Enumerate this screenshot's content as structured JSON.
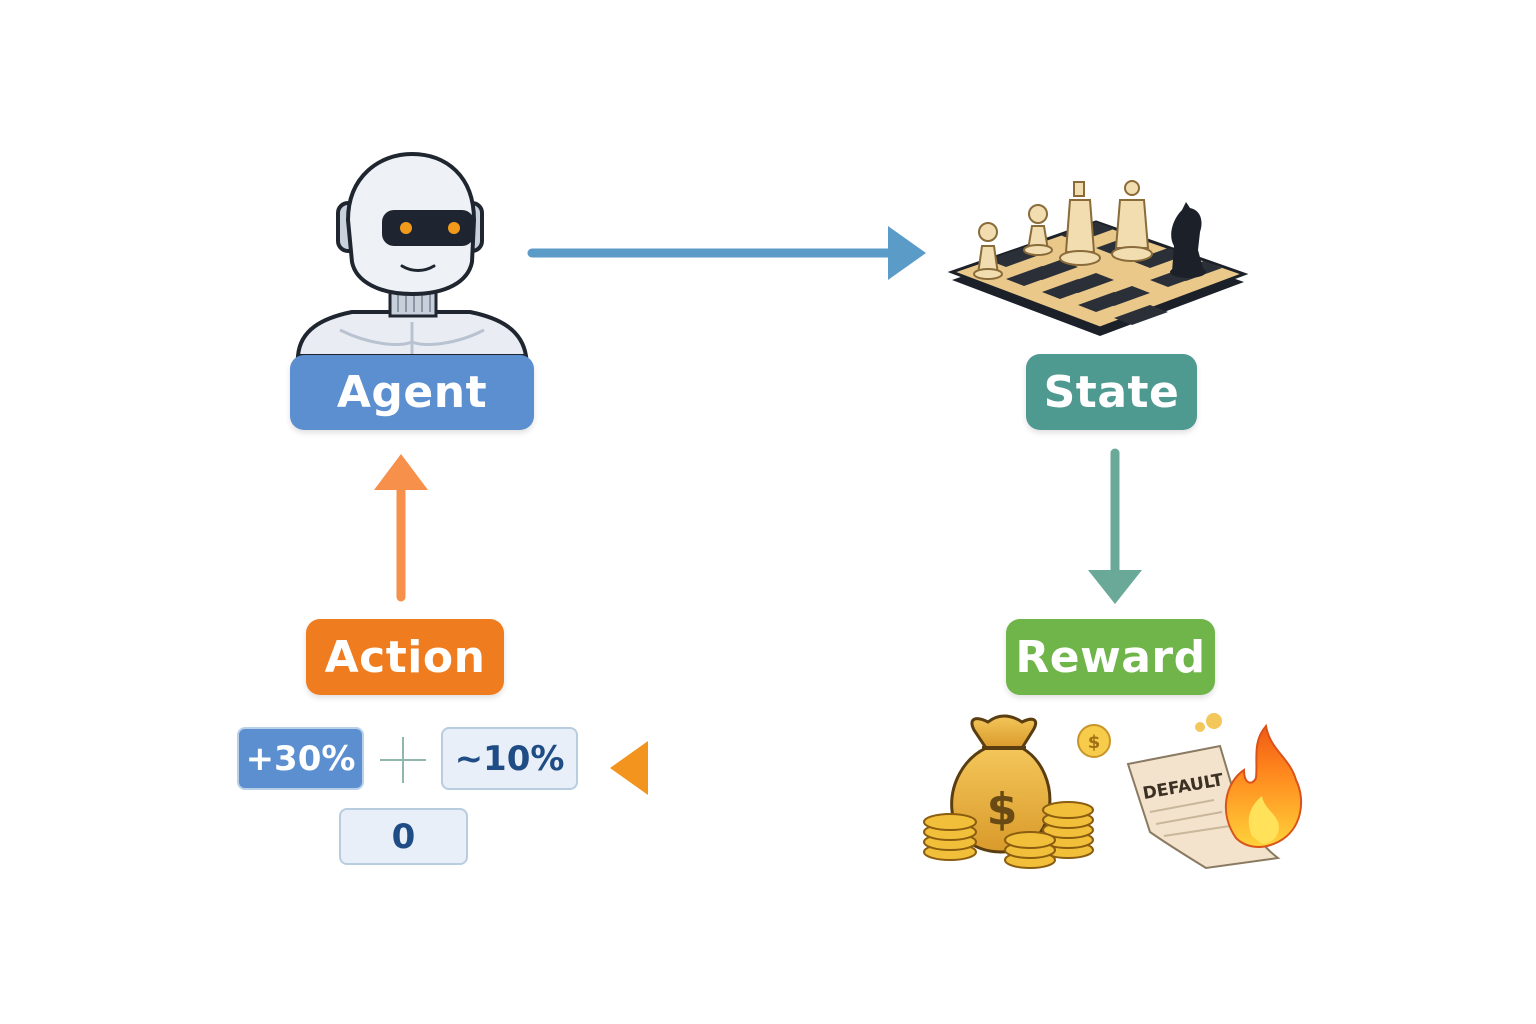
{
  "nodes": {
    "agent": {
      "label": "Agent",
      "color": "#5b8fd0"
    },
    "state": {
      "label": "State",
      "color": "#4f9a90"
    },
    "reward": {
      "label": "Reward",
      "color": "#6fb54a"
    },
    "action": {
      "label": "Action",
      "color": "#ef7d1f"
    }
  },
  "action_options": {
    "increase": "+30%",
    "decrease": "~10%",
    "hold": "0",
    "increase_color": "#5b8fd0",
    "neutral_color": "#e8eff8"
  },
  "reward_illustration": {
    "default_document_text": "DEFAULT",
    "dollar_sign": "$"
  },
  "arrows": {
    "agent_to_state": "#5a9bc8",
    "state_to_reward": "#6aa898",
    "reward_to_action_start": "#8dc04a",
    "reward_to_action_end": "#f3941e",
    "action_to_agent": "#f6904a"
  },
  "icons": {
    "agent": "robot-icon",
    "state": "chessboard-icon",
    "reward_positive": "money-bag-icon",
    "reward_negative": "burning-default-document-icon"
  }
}
